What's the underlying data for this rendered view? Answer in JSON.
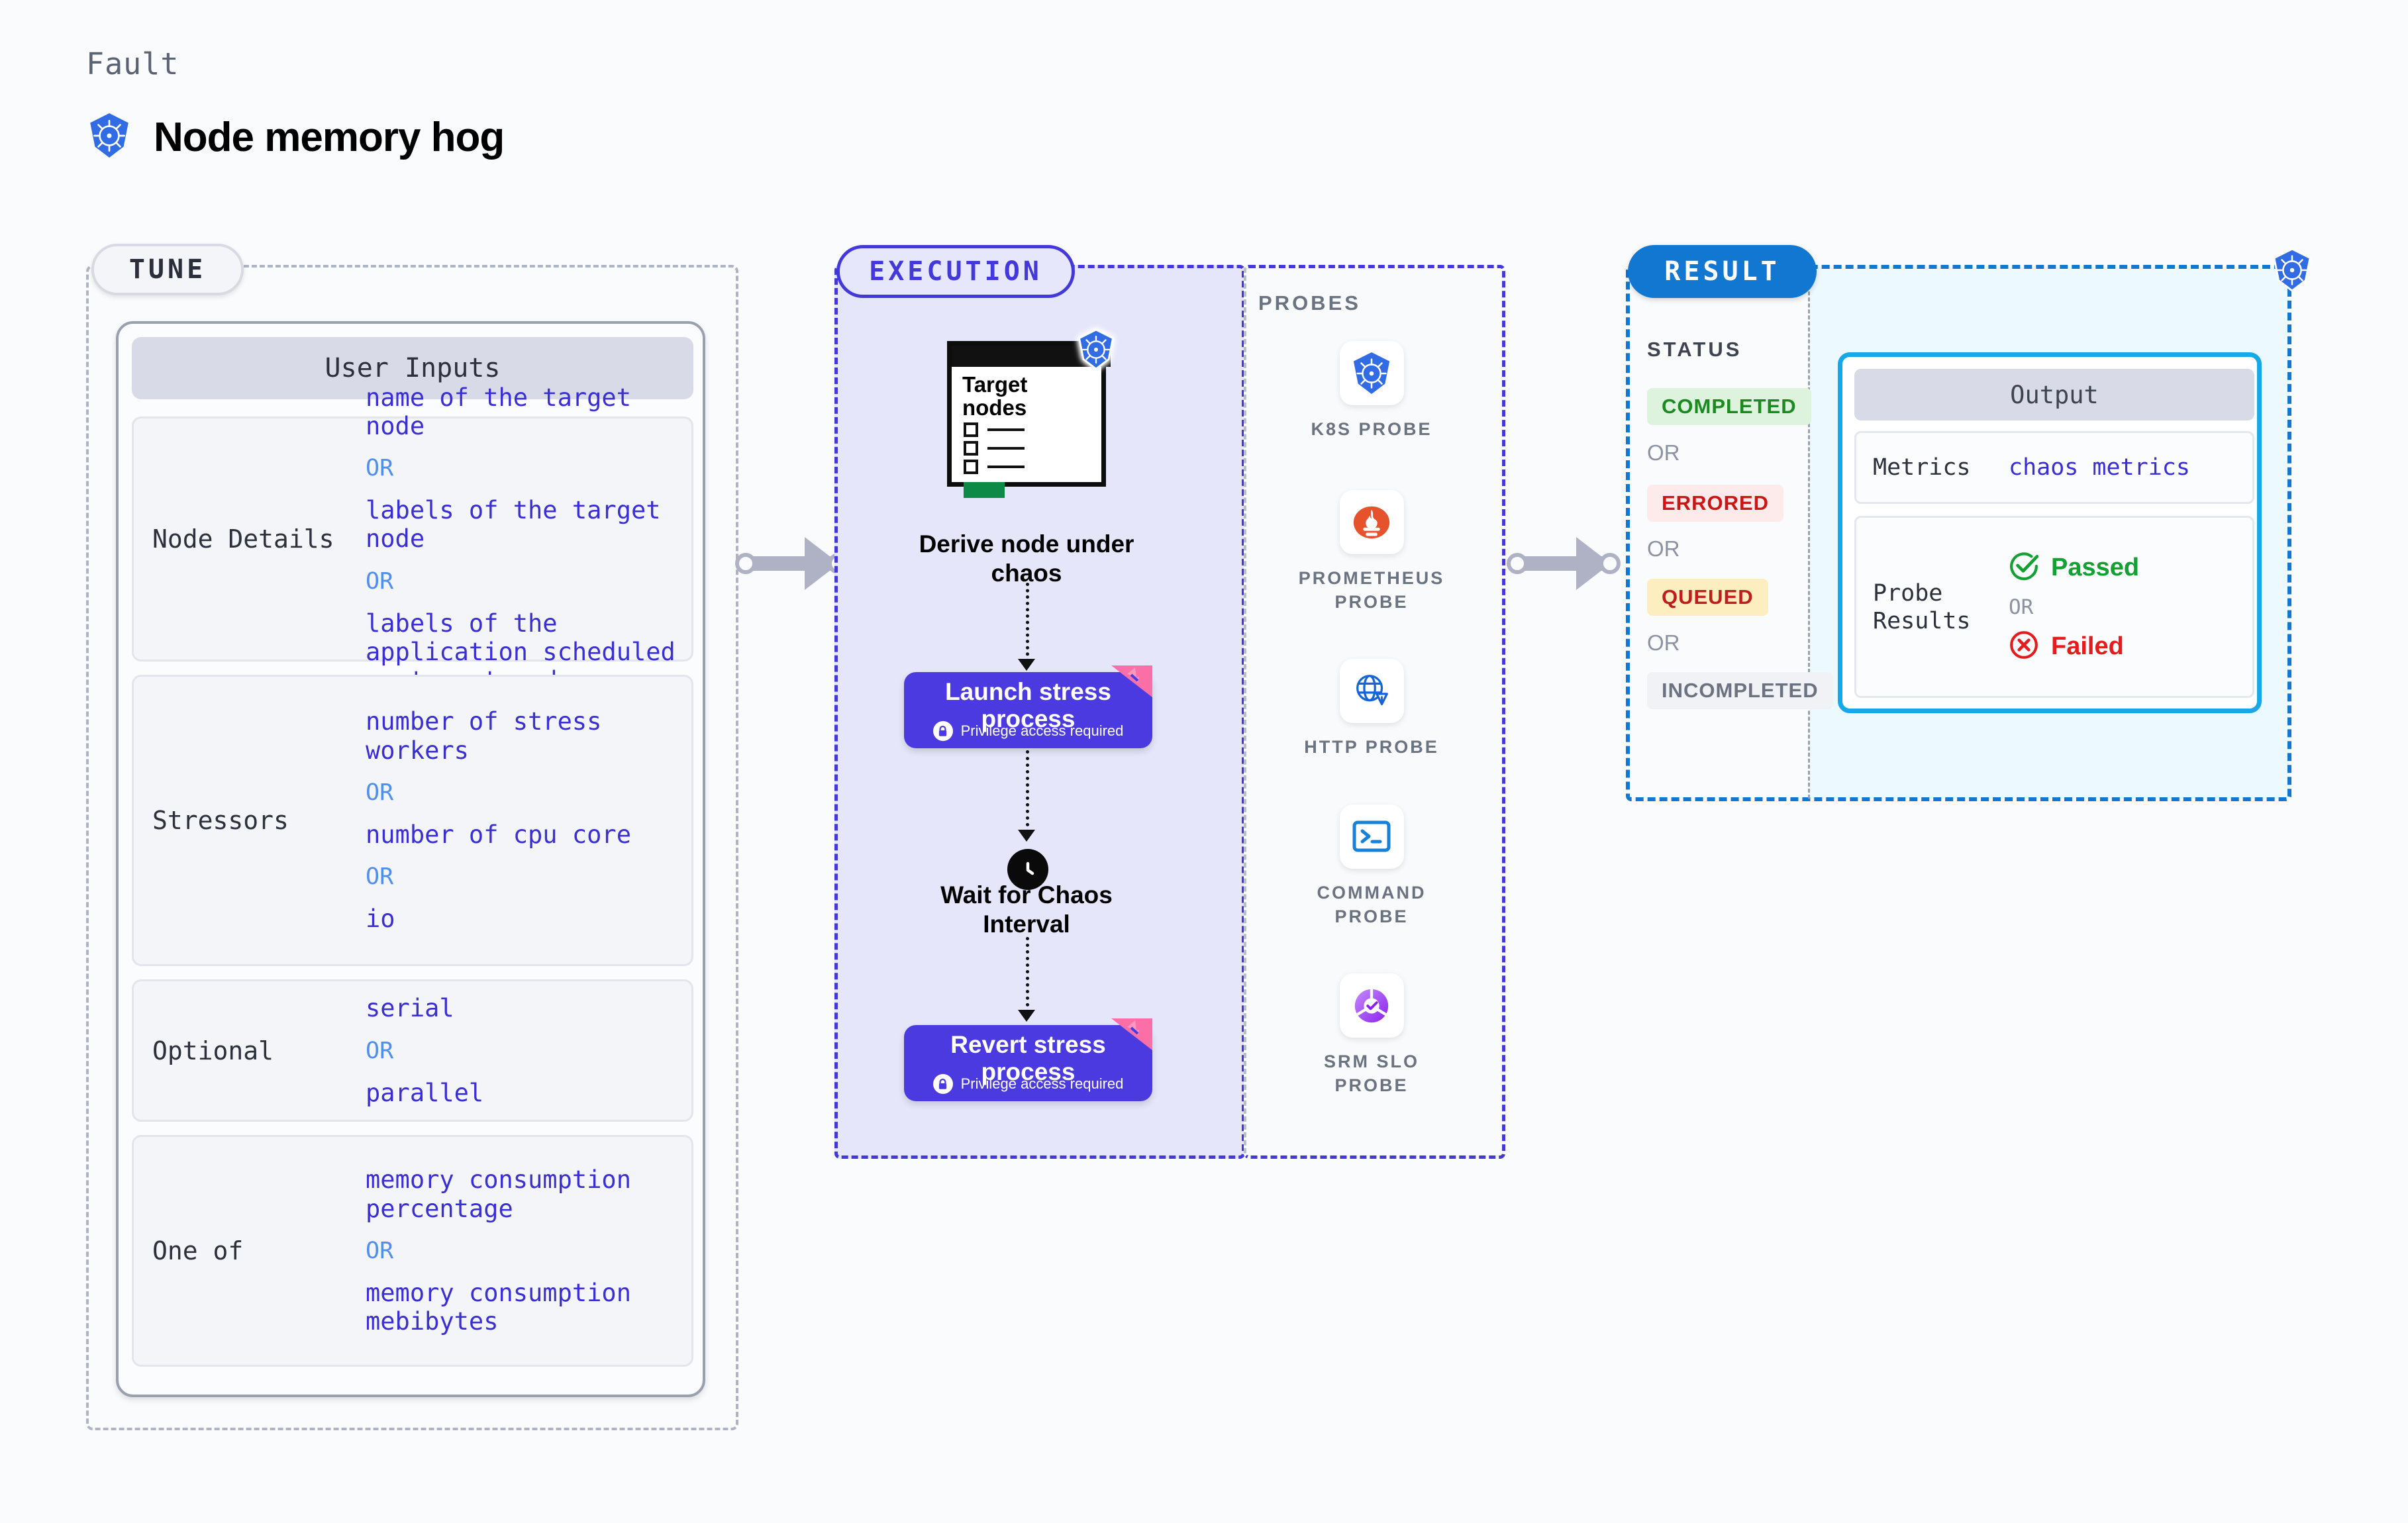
{
  "header": {
    "eyebrow": "Fault",
    "title": "Node memory hog",
    "icon": "kubernetes-icon"
  },
  "tune": {
    "pill_label": "TUNE",
    "card_title": "User Inputs",
    "rows": [
      {
        "label": "Node Details",
        "values": [
          "name of the target node",
          "labels of the target node",
          "labels of the application  scheduled on target node"
        ],
        "or_label": "OR"
      },
      {
        "label": "Stressors",
        "values": [
          "number of stress workers",
          "number of cpu core",
          "io"
        ],
        "or_label": "OR"
      },
      {
        "label": "Optional",
        "values": [
          "serial",
          "parallel"
        ],
        "or_label": "OR"
      },
      {
        "label": "One of",
        "values": [
          "memory consumption percentage",
          "memory consumption mebibytes"
        ],
        "or_label": "OR"
      }
    ]
  },
  "execution": {
    "pill_label": "EXECUTION",
    "target_card": {
      "title_line1": "Target",
      "title_line2": "nodes",
      "icon": "kubernetes-icon"
    },
    "steps": [
      {
        "name": "derive-node",
        "caption_line1": "Derive node under",
        "caption_line2": "chaos"
      },
      {
        "name": "launch-stress",
        "title_line1": "Launch stress",
        "title_line2": "process",
        "badge": "Privilege access required",
        "badge_icon": "lock-icon"
      },
      {
        "name": "wait-chaos",
        "caption_line1": "Wait for Chaos",
        "caption_line2": "Interval",
        "icon": "clock-icon"
      },
      {
        "name": "revert-stress",
        "title_line1": "Revert stress",
        "title_line2": "process",
        "badge": "Privilege access required",
        "badge_icon": "lock-icon"
      }
    ]
  },
  "probes": {
    "section_label": "PROBES",
    "items": [
      {
        "label_line1": "K8S  PROBE",
        "label_line2": "",
        "icon": "kubernetes-icon"
      },
      {
        "label_line1": "PROMETHEUS",
        "label_line2": "PROBE",
        "icon": "prometheus-icon"
      },
      {
        "label_line1": "HTTP  PROBE",
        "label_line2": "",
        "icon": "http-globe-icon"
      },
      {
        "label_line1": "COMMAND",
        "label_line2": "PROBE",
        "icon": "terminal-icon"
      },
      {
        "label_line1": "SRM  SLO",
        "label_line2": "PROBE",
        "icon": "srm-slo-icon"
      }
    ]
  },
  "result": {
    "pill_label": "RESULT",
    "status_label": "STATUS",
    "or_label": "OR",
    "statuses": [
      {
        "label": "COMPLETED",
        "bg": "#ddf3dd",
        "fg": "#1b8a20"
      },
      {
        "label": "ERRORED",
        "bg": "#fdeaea",
        "fg": "#cc1616"
      },
      {
        "label": "QUEUED",
        "bg": "#fdeebf",
        "fg": "#c11d1d"
      },
      {
        "label": "INCOMPLETED",
        "bg": "#f1f2f6",
        "fg": "#6b7280"
      }
    ],
    "output": {
      "card_title": "Output",
      "metrics_label": "Metrics",
      "metrics_value": "chaos metrics",
      "probe_results_label_line1": "Probe",
      "probe_results_label_line2": "Results",
      "passed_label": "Passed",
      "failed_label": "Failed",
      "or_label": "OR",
      "passed_icon": "check-circle-icon",
      "failed_icon": "x-circle-icon"
    },
    "corner_icon": "kubernetes-icon"
  },
  "colors": {
    "accent_indigo": "#4338d9",
    "accent_blue": "#1177d1",
    "accent_cyan": "#17a8e8",
    "value_text": "#3a2fd4",
    "or_text": "#4f8ff0"
  }
}
